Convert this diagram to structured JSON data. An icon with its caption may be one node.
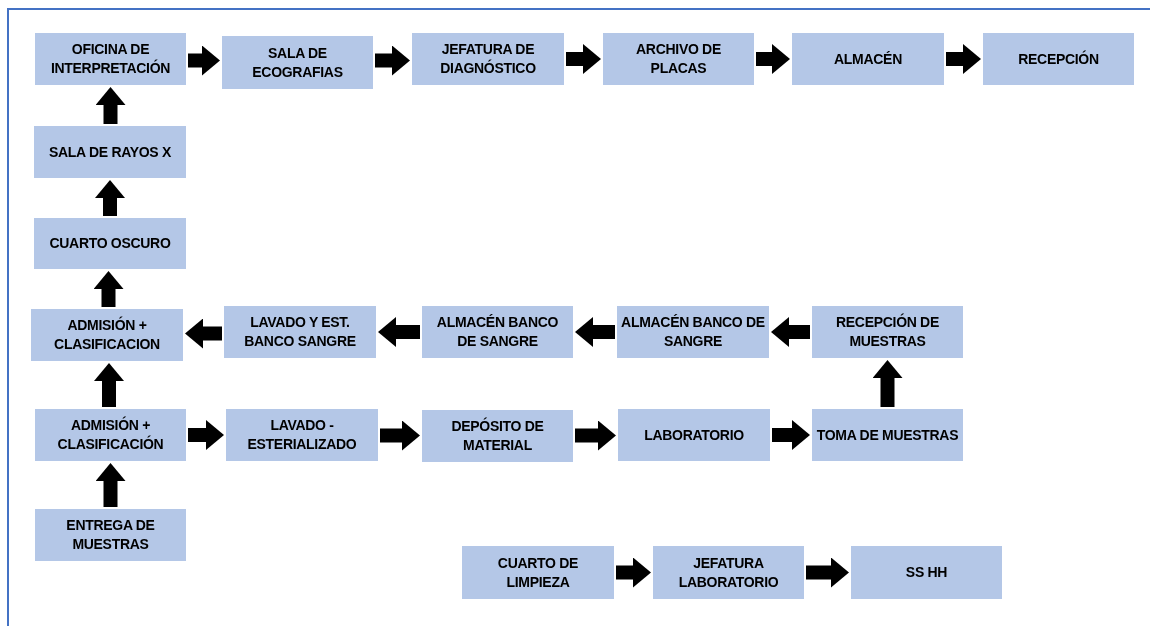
{
  "diagram": {
    "nodes": [
      {
        "text": [
          "OFICINA DE INTERPRETACIÓN"
        ]
      },
      {
        "text": [
          "SALA DE ECOGRAFIAS"
        ]
      },
      {
        "text": [
          "JEFATURA DE DIAGNÓSTICO"
        ]
      },
      {
        "text": [
          "ARCHIVO DE PLACAS"
        ]
      },
      {
        "text": [
          "ALMACÉN"
        ]
      },
      {
        "text": [
          "RECEPCIÓN"
        ]
      },
      {
        "text": [
          "SALA DE RAYOS X"
        ]
      },
      {
        "text": [
          "CUARTO OSCURO"
        ]
      },
      {
        "text": [
          "ADMISIÓN + CLASIFICACION"
        ]
      },
      {
        "text": [
          "LAVADO Y EST. BANCO SANGRE"
        ]
      },
      {
        "text": [
          "ALMACÉN BANCO DE SANGRE"
        ]
      },
      {
        "text": [
          "ALMACÉN BANCO DE SANGRE"
        ]
      },
      {
        "text": [
          "RECEPCIÓN DE MUESTRAS"
        ]
      },
      {
        "text": [
          "ADMISIÓN + CLASIFICACIÓN"
        ]
      },
      {
        "text": [
          "LAVADO - ESTERIALIZADO"
        ]
      },
      {
        "text": [
          "DEPÓSITO DE MATERIAL"
        ]
      },
      {
        "text": [
          "LABORATORIO"
        ]
      },
      {
        "text": [
          "TOMA DE MUESTRAS"
        ]
      },
      {
        "text": [
          "ENTREGA DE MUESTRAS"
        ]
      },
      {
        "text": [
          "CUARTO DE LIMPIEZA"
        ]
      },
      {
        "text": [
          "JEFATURA LABORATORIO"
        ]
      },
      {
        "text": [
          "SS HH"
        ]
      }
    ],
    "edges": [
      {
        "from": 18,
        "to": 13,
        "arrow": "to"
      },
      {
        "from": 13,
        "to": 8,
        "arrow": "to"
      },
      {
        "from": 8,
        "to": 7,
        "arrow": "to"
      },
      {
        "from": 7,
        "to": 6,
        "arrow": "to"
      },
      {
        "from": 6,
        "to": 0,
        "arrow": "to"
      },
      {
        "from": 0,
        "to": 1,
        "arrow": "to"
      },
      {
        "from": 1,
        "to": 2,
        "arrow": "to"
      },
      {
        "from": 2,
        "to": 3,
        "arrow": "to"
      },
      {
        "from": 3,
        "to": 4,
        "arrow": "to"
      },
      {
        "from": 4,
        "to": 5,
        "arrow": "to"
      },
      {
        "from": 13,
        "to": 14,
        "arrow": "to"
      },
      {
        "from": 14,
        "to": 15,
        "arrow": "to"
      },
      {
        "from": 15,
        "to": 16,
        "arrow": "to"
      },
      {
        "from": 16,
        "to": 17,
        "arrow": "to"
      },
      {
        "from": 17,
        "to": 12,
        "arrow": "to"
      },
      {
        "from": 12,
        "to": 11,
        "arrow": "to"
      },
      {
        "from": 11,
        "to": 10,
        "arrow": "to"
      },
      {
        "from": 10,
        "to": 9,
        "arrow": "to"
      },
      {
        "from": 9,
        "to": 8,
        "arrow": "to"
      },
      {
        "from": 19,
        "to": 20,
        "arrow": "to"
      },
      {
        "from": 20,
        "to": 21,
        "arrow": "to"
      }
    ]
  }
}
